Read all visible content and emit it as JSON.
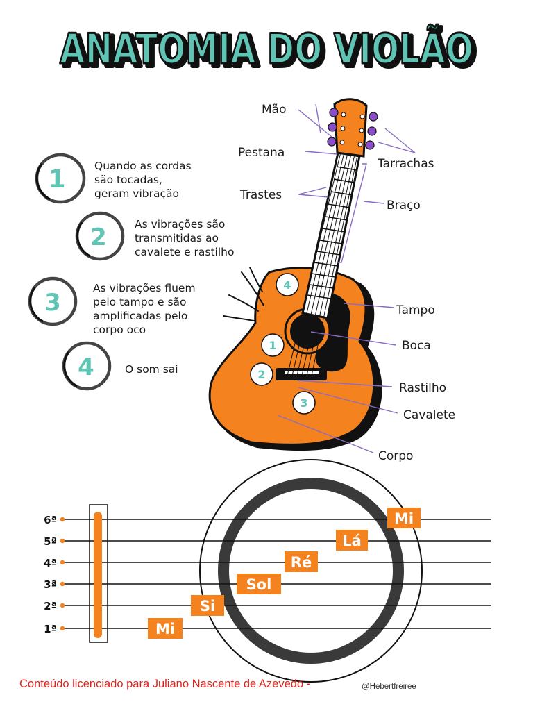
{
  "title": "ANATOMIA DO VIOLÃO",
  "colors": {
    "teal": "#5fc4b4",
    "orange": "#f4821f",
    "dark": "#111111",
    "label_line": "#8a6cc4",
    "footer_red": "#e0241b"
  },
  "steps": [
    {
      "number": "1",
      "text": "Quando as cordas\nsão tocadas,\ngeram vibração"
    },
    {
      "number": "2",
      "text": "As vibrações são\ntransmitidas ao\ncavalete e rastilho"
    },
    {
      "number": "3",
      "text": "As vibrações fluem\npelo tampo e são\namplificadas pelo\ncorpo oco"
    },
    {
      "number": "4",
      "text": "O som sai"
    }
  ],
  "guitar_labels": [
    "Mão",
    "Pestana",
    "Trastes",
    "Tarrachas",
    "Braço",
    "Tampo",
    "Boca",
    "Rastilho",
    "Cavalete",
    "Corpo"
  ],
  "guitar_markers": [
    "4",
    "1",
    "2",
    "3"
  ],
  "strings": [
    {
      "number": "6ª",
      "note": "Mi"
    },
    {
      "number": "5ª",
      "note": "Lá"
    },
    {
      "number": "4ª",
      "note": "Ré"
    },
    {
      "number": "3ª",
      "note": "Sol"
    },
    {
      "number": "2ª",
      "note": "Si"
    },
    {
      "number": "1ª",
      "note": "Mi"
    }
  ],
  "footer": {
    "license": "Conteúdo licenciado para Juliano Nascente de Azevedo -",
    "handle": "@Hebertfreiree"
  }
}
